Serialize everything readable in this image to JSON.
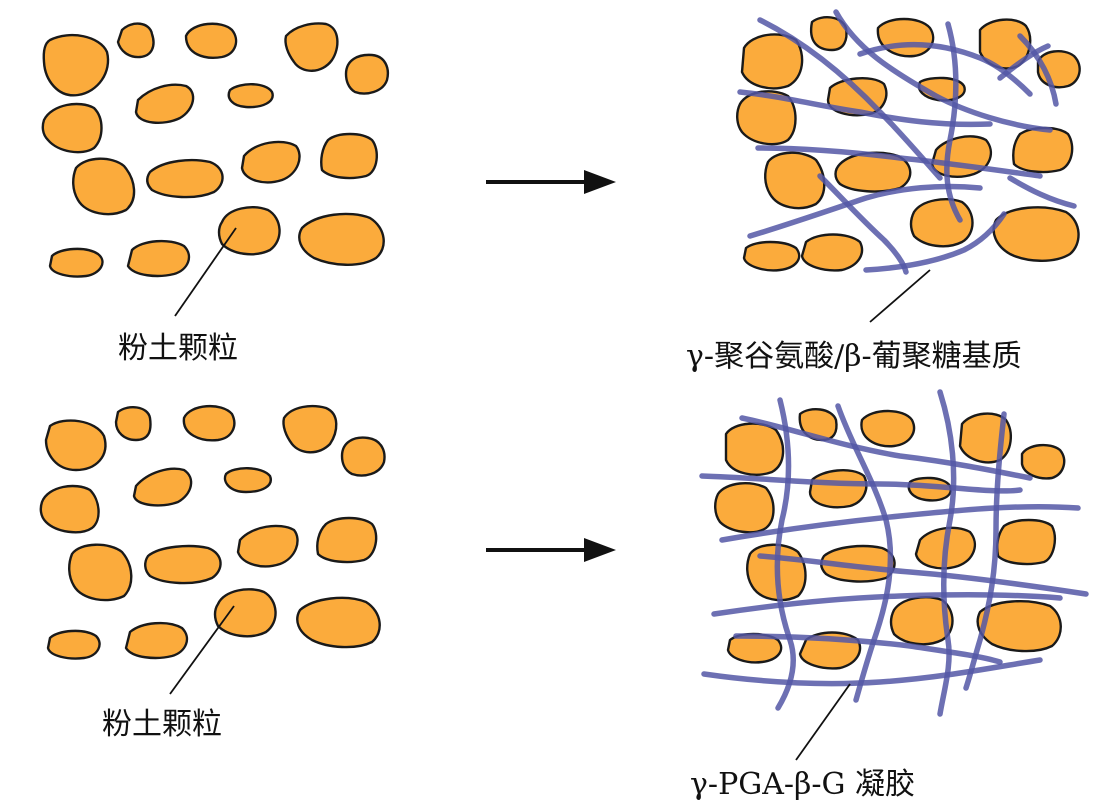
{
  "labels": {
    "soil_particles_top": "粉土颗粒",
    "soil_particles_bottom": "粉土颗粒",
    "matrix": "γ-聚谷氨酸/β-葡聚糖基质",
    "gel": "γ-PGA-β-G 凝胶"
  },
  "colors": {
    "particle_fill": "#FBAB3C",
    "particle_outline": "#1a1a1a",
    "fiber": "#5457A6",
    "arrow": "#111111"
  },
  "panels": [
    {
      "name": "silt-only-top",
      "contains": "soil particles"
    },
    {
      "name": "silt-with-matrix",
      "contains": "soil particles with sparse polymer strands"
    },
    {
      "name": "silt-only-bottom",
      "contains": "soil particles"
    },
    {
      "name": "silt-with-gel-network",
      "contains": "soil particles within a dense polymer network"
    }
  ]
}
